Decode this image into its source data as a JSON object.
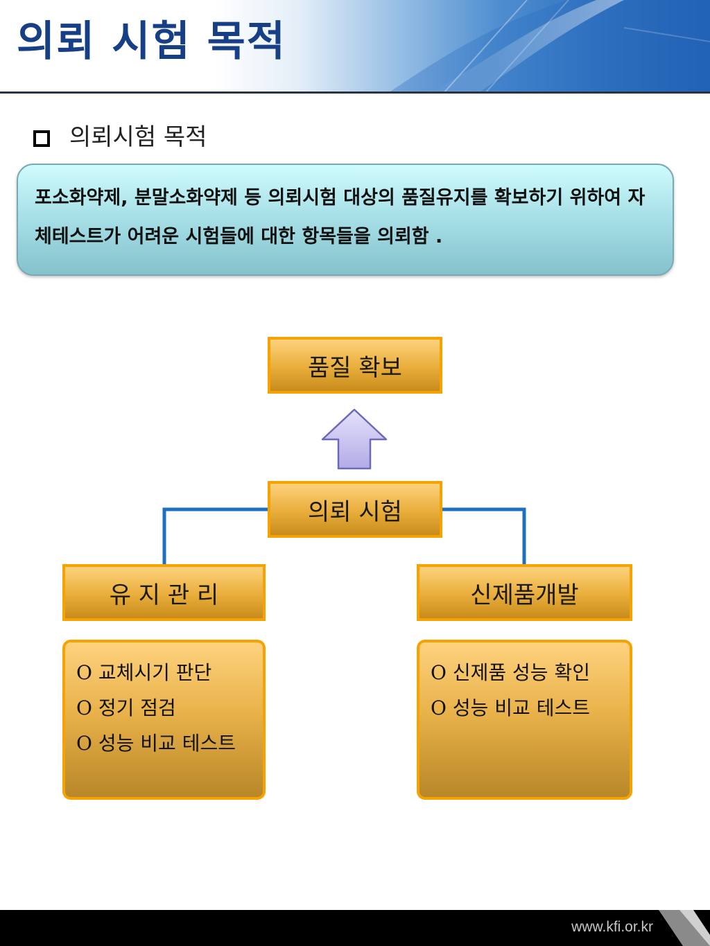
{
  "header": {
    "title": "의뢰 시험 목적"
  },
  "section": {
    "heading": "의뢰시험 목적"
  },
  "callout": {
    "text": "포소화약제, 분말소화약제 등 의뢰시험 대상의 품질유지를 확보하기 위하여 자체테스트가 어려운 시험들에 대한 항목들을 의뢰함 ."
  },
  "diagram": {
    "top": {
      "label": "품질 확보"
    },
    "center": {
      "label": "의뢰 시험"
    },
    "left": {
      "label": "유 지 관 리",
      "items": [
        "O 교체시기 판단",
        "O 정기 점검",
        "O 성능 비교 테스트"
      ]
    },
    "right": {
      "label": "신제품개발",
      "items": [
        "O 신제품 성능 확인",
        "O 성능 비교 테스트"
      ]
    },
    "colors": {
      "node_border": "#f6a200",
      "connector": "#1f6fc0",
      "arrow_fill": "#c9c3f0",
      "arrow_stroke": "#6a6ab8"
    }
  },
  "footer": {
    "url": "www.kfi.or.kr"
  }
}
